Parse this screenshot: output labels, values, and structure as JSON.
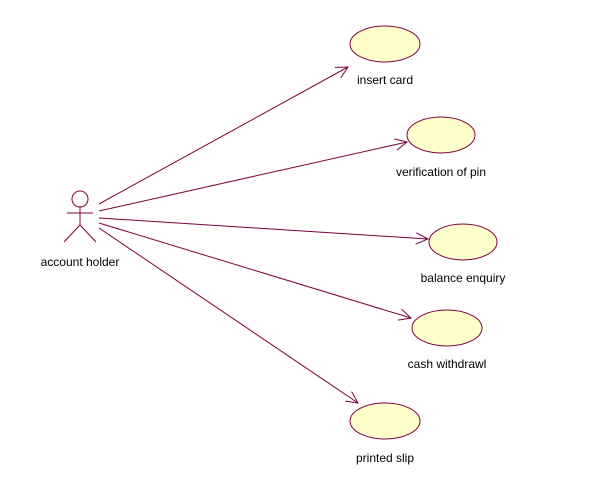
{
  "diagram": {
    "actor": {
      "name": "account holder"
    },
    "use_cases": [
      {
        "label": "insert card"
      },
      {
        "label": "verification of pin"
      },
      {
        "label": "balance enquiry"
      },
      {
        "label": "cash withdrawl"
      },
      {
        "label": "printed slip"
      }
    ],
    "colors": {
      "actor_stroke": "#800040",
      "association": "#800040",
      "usecase_fill": "#FFFFCC",
      "usecase_stroke": "#800040"
    }
  }
}
